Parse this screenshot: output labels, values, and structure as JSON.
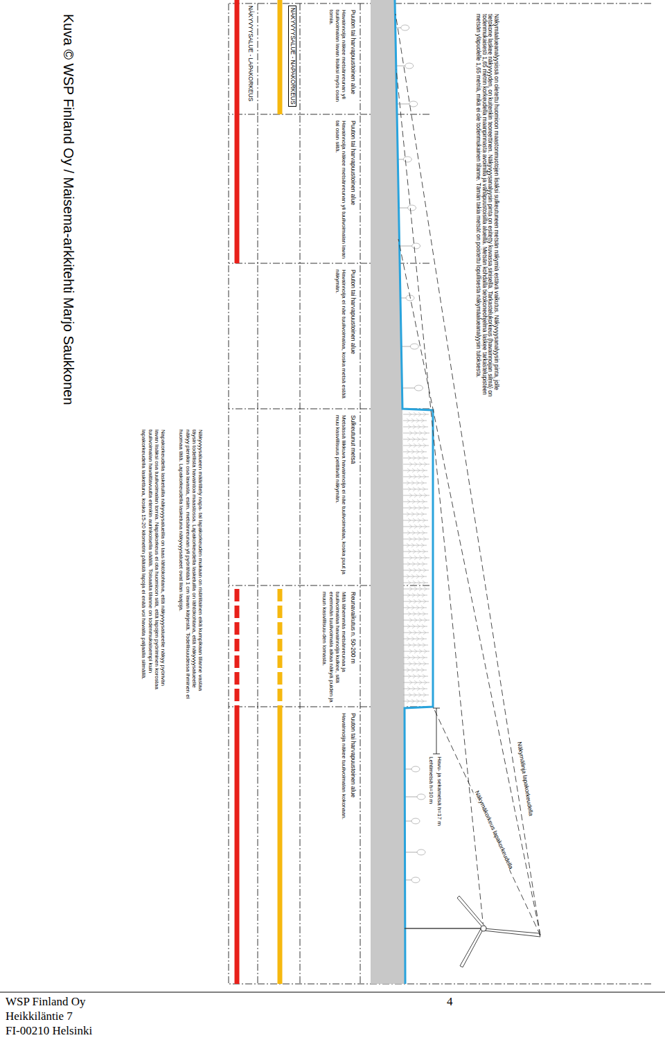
{
  "diagram": {
    "caption": "Kuva © WSP Finland Oy / Maisema-arkkitehti Marjo Saukkonen",
    "labels": [
      "Näkymäalueanalyysissä on oletettu huomioon maastonmuotojen lisäksi sulkeutuneen metsän näkymiä estävä vaikutus. Näkyvyysanalyysin pinta, jolle tietokone laskee näkyvyyden, on kuitenkin teoreettinen. Näkyvyysanalyysin pinta on esitetty kuvassa sinisellä. Tarkastelukorkeus (havainnoijan silmä) on todenmukaisesti 1,65 metrin korkeudella maanpinnasta avoimilla ja vähäpuustoisilla alueilla. Metsän kohdalla tietokoneohjelma laskee tarkastelupisteen metsän yläpuolelle 1,65 metriä, mikä ei ole todenmukainen tilanne. Tämän takia metsät on poistettu lopullisesta näkymäalueanalyysin tuloksesta.",
      "Havu- ja sekametsä h=17 m",
      "Lehtimetsä h=10 m",
      "Näkymälinja lapakorkeudella",
      "Näkymäkorkeus lapakorkeudella",
      "Puuton tai harvapuustoinen alue",
      "Havainnoija näkee metsänreunan yli tuulivoimalan lavan lisäksi myös osan tornia.",
      "Puuton tai harvapuustoinen alue",
      "Havainnoija näkee metsänreunan yli tuulivoimalan lavan tai osan siitä.",
      "Puuton tai harvapuustoinen alue",
      "Havainnoija ei näe tuulivoimalaa, koska metsä estää näkymän.",
      "Sulkeutunut metsä",
      "Metsässä liikkuva havainnoija ei näe tuulivoimalaa, koska puut ja muu kasvillisuus peittävät näkymän.",
      "Reunavaikutus n. 50-200 m",
      "Mitä lähemmäs metsänreunaa ja tuulivoimalaa havainnoija kulkee, sitä enemmän tuulivoimala alkaa näkyä puiden ja muun kasvillisuu-den lomasta.",
      "Puuton tai harvapuustoinen alue",
      "Havainnoija näkee tuulivoimalan kokonaan.",
      "NÄKYVYYSALUE - NAPAKORKEUS",
      "NÄKYVYYSALUE - LAPAKORKEUS",
      "Näkyvyysalueen määrittely napa- tai lapakorkeuden mukaan on ristiriitainen eikä kumpikaan tilanne vastaa täysin todellista havaintoa maastossa. Lapakorkeudella lasketuilla on lähtökohtana, että näkyvyysalueelle näkyy pienikin osa lavasta, esim. metsänreunan yli pyörähtää 1 cm lavan kärjestä. Todellisuudessa ihminen ei huomaa tätä. Lapakorkeudella lasketuna näkyvyysalueet ovat liian laajoja.",
      "Napakorkeudella lasketuilla näkyvyysalueilla on taas lähtökohtana, että näkyvyysalueelle näkyy pyörivän lavan lisäksi osa tuulivoimalan tornia. Napakorkeus ei ota huomioon sitä, että lapojen pyöriminen korostaa tuulivoimalan havaittavuutta etenkin aurinkoisella säällä. Toisaalta tilanne on todenmukaisempi kuin lapakorkeudella laskettuna, koska 15-20 kilometrin päästä lapoja ei enää voi havaita paljaalla silmällä.",
      "WSP Finland Oy",
      "Heikkiläntie 7",
      "FI-00210 Helsinki",
      "4"
    ]
  }
}
